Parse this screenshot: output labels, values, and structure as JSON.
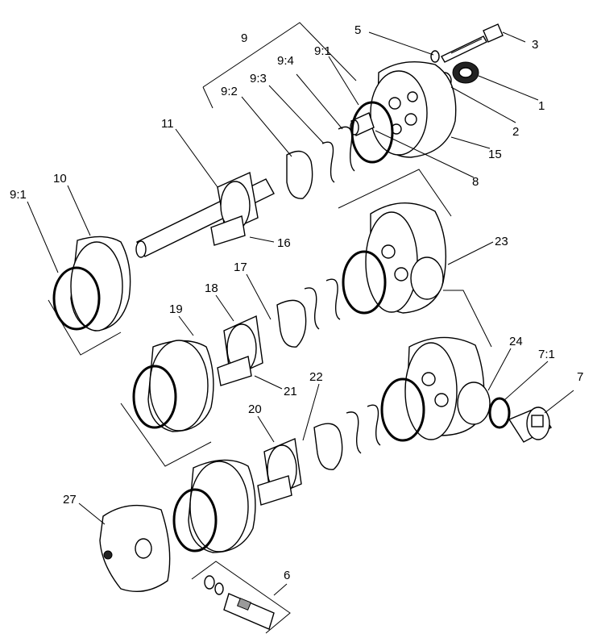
{
  "labels": {
    "l1": "1",
    "l2": "2",
    "l3": "3",
    "l5": "5",
    "l6": "6",
    "l7": "7",
    "l7_1": "7:1",
    "l8": "8",
    "l9": "9",
    "l9_1a": "9:1",
    "l9_1b": "9:1",
    "l9_2": "9:2",
    "l9_3": "9:3",
    "l9_4": "9:4",
    "l10": "10",
    "l11": "11",
    "l15": "15",
    "l16": "16",
    "l17": "17",
    "l18": "18",
    "l19": "19",
    "l20": "20",
    "l21": "21",
    "l22": "22",
    "l23": "23",
    "l24": "24",
    "l27": "27"
  }
}
